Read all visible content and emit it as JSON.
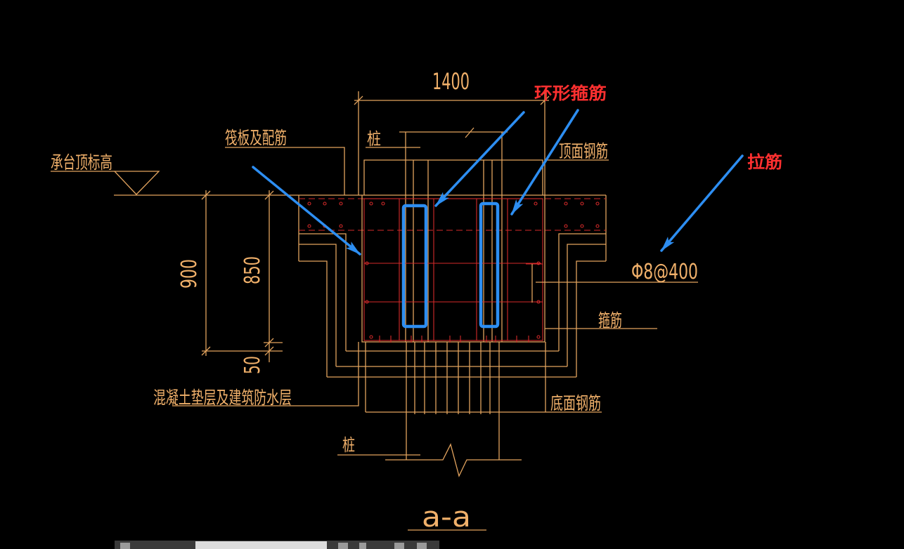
{
  "colors": {
    "background": "#000000",
    "line": "#e2a35e",
    "text": "#f0b06a",
    "rebar": "#d42a2a",
    "highlight": "#2d8ef2",
    "annotation": "#ff3030",
    "toolbar": "#3a3a3a"
  },
  "dimensions": {
    "cap_width": "1400",
    "total_height": "900",
    "cap_height": "850",
    "bedding_thickness": "50"
  },
  "labels": {
    "cap_top_elevation": "承台顶标高",
    "raft_and_rebar": "筏板及配筋",
    "pile_top": "桩",
    "top_rebar": "顶面钢筋",
    "tie_spec": "Φ8@400",
    "stirrup": "箍筋",
    "bedding_waterproof": "混凝土垫层及建筑防水层",
    "bottom_rebar": "底面钢筋",
    "pile_bottom": "桩",
    "section_title": "a-a"
  },
  "annotations": {
    "ring_stirrup": "环形箍筋",
    "tie_bar": "拉筋"
  }
}
